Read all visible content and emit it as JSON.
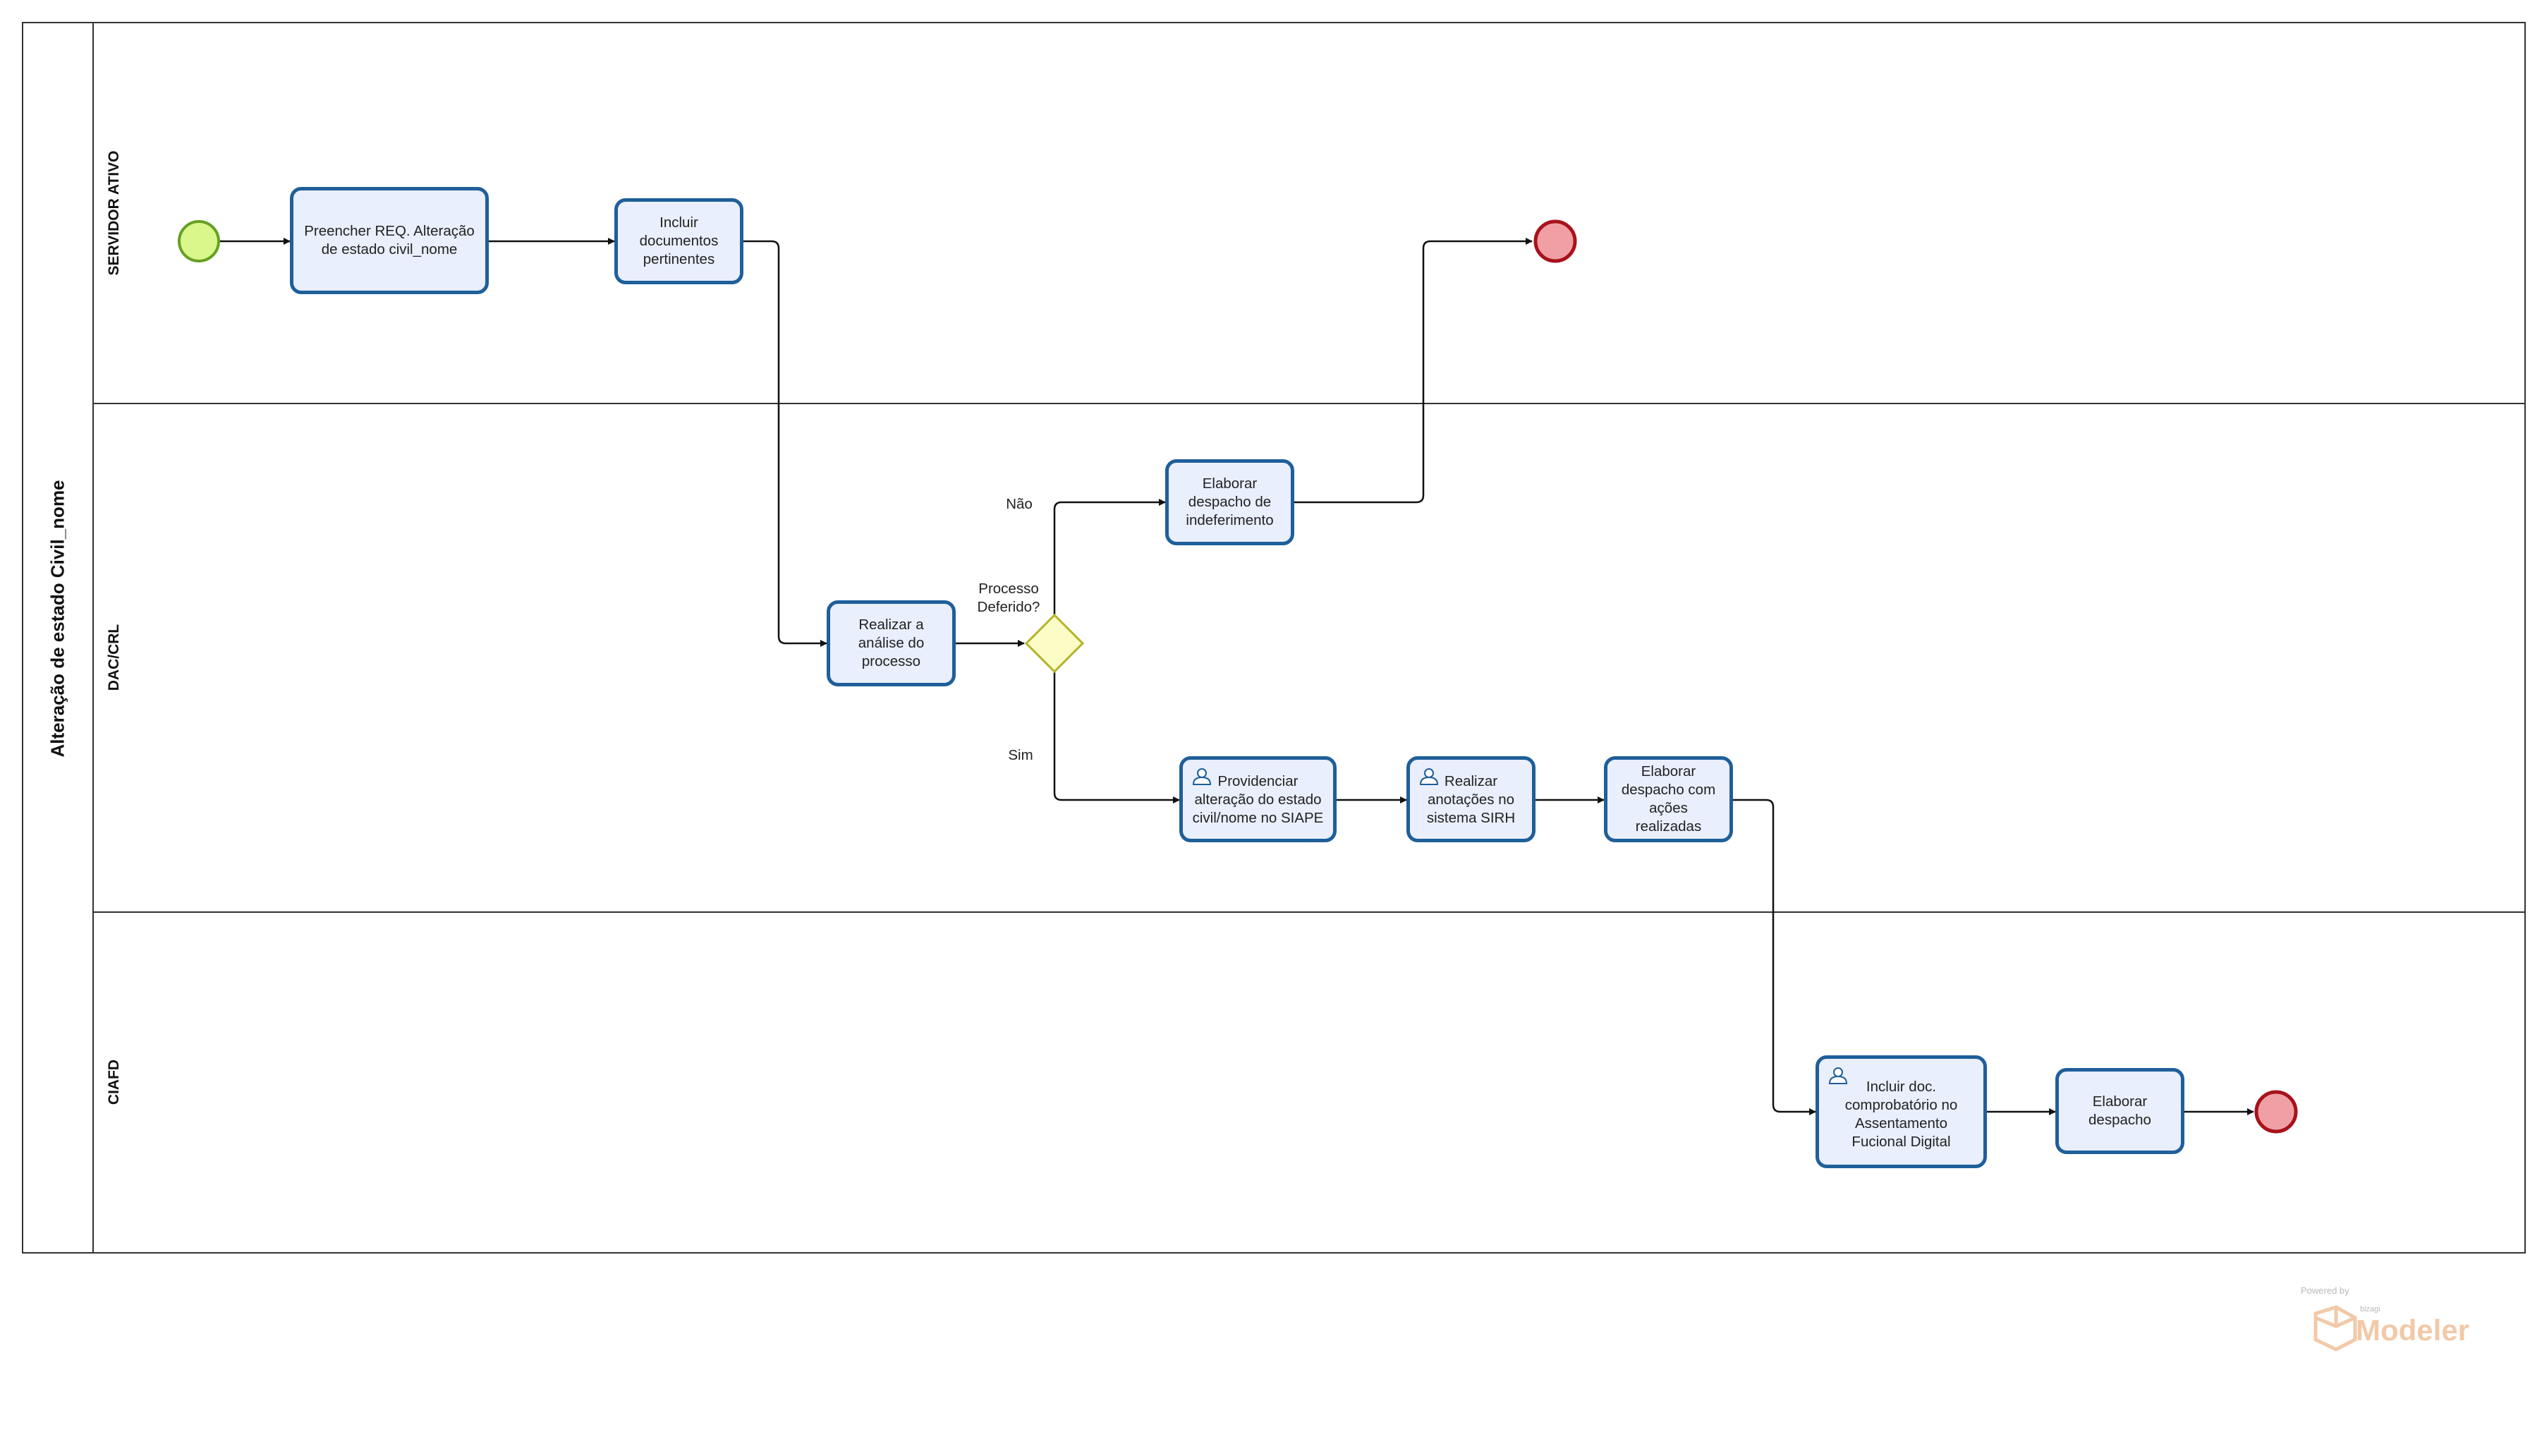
{
  "pool": {
    "title": "Alteração de estado Civil_nome"
  },
  "lanes": [
    {
      "name": "SERVIDOR ATIVO"
    },
    {
      "name": "DAC/CRL"
    },
    {
      "name": "CIAFD"
    }
  ],
  "tasks": {
    "preencher": "Preencher REQ. Alteração de estado civil_nome",
    "incluir_docs": "Incluir documentos pertinentes",
    "realizar_analise": "Realizar a análise do processo",
    "elaborar_indeferimento": "Elaborar despacho de indeferimento",
    "providenciar": "Providenciar alteração do estado civil/nome no SIAPE",
    "realizar_anotacoes": "Realizar anotações no sistema SIRH",
    "elaborar_acoes": "Elaborar despacho com ações realizadas",
    "incluir_doc_comprob": "Incluir doc. comprobatório no Assentamento Fucional Digital",
    "elaborar_despacho": "Elaborar despacho"
  },
  "gateway": {
    "question": "Processo Deferido?",
    "no_label": "Não",
    "yes_label": "Sim"
  },
  "colors": {
    "task_fill": "#e9effc",
    "task_border": "#1f5f9a",
    "start_fill": "#d9f78a",
    "end_fill": "#f0a0a4",
    "end_border": "#a8121c",
    "gateway_fill": "#fcfcc6",
    "gateway_border": "#b3b32a"
  },
  "branding": {
    "powered_by": "Powered by",
    "vendor": "bizagi",
    "product": "Modeler"
  }
}
